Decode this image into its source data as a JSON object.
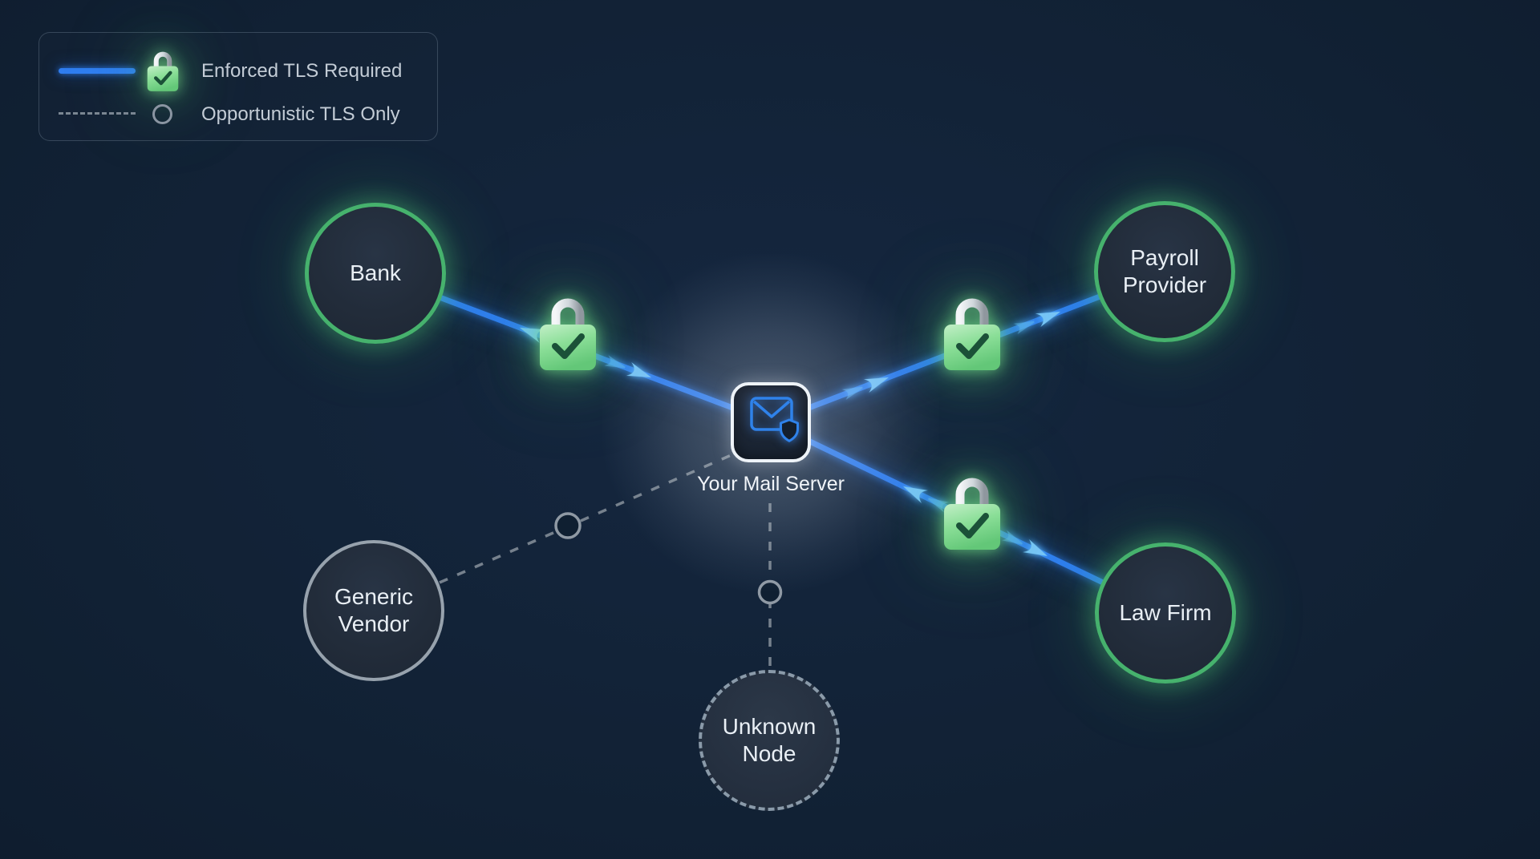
{
  "legend": {
    "enforced_label": "Enforced TLS Required",
    "opportunistic_label": "Opportunistic TLS Only"
  },
  "server": {
    "label": "Your Mail Server"
  },
  "nodes": {
    "bank": {
      "label": "Bank",
      "security": "enforced"
    },
    "payroll": {
      "label": "Payroll Provider",
      "security": "enforced"
    },
    "law_firm": {
      "label": "Law Firm",
      "security": "enforced"
    },
    "generic_vendor": {
      "label": "Generic Vendor",
      "security": "opportunistic"
    },
    "unknown": {
      "label": "Unknown Node",
      "security": "opportunistic"
    }
  },
  "edges": [
    {
      "from": "bank",
      "to": "mail_server",
      "type": "enforced_tls",
      "style": "solid-blue-glow",
      "badge": "lock-check"
    },
    {
      "from": "payroll",
      "to": "mail_server",
      "type": "enforced_tls",
      "style": "solid-blue-glow",
      "badge": "lock-check"
    },
    {
      "from": "law_firm",
      "to": "mail_server",
      "type": "enforced_tls",
      "style": "solid-blue-glow",
      "badge": "lock-check"
    },
    {
      "from": "generic_vendor",
      "to": "mail_server",
      "type": "opportunistic_tls",
      "style": "dashed-gray",
      "badge": "open-circle"
    },
    {
      "from": "unknown",
      "to": "mail_server",
      "type": "opportunistic_tls",
      "style": "dashed-gray",
      "badge": "open-circle"
    }
  ],
  "icons": {
    "secure_badge": "lock-check-icon",
    "insecure_badge": "open-circle-icon",
    "server": "mail-shield-icon"
  },
  "colors": {
    "background": "#0f1f31",
    "enforced_line": "#2f7df0",
    "arrow_streak": "#79c6fb",
    "lock_green": "#8ade97",
    "node_ring_secure": "#46b26d",
    "node_ring_insecure": "#97a2ad",
    "node_fill": "#222c3a",
    "server_border": "#eef3f8",
    "mail_icon_blue": "#2f82ea",
    "dashed_line": "#76818d",
    "text_primary": "#e9eff5",
    "text_legend": "#c3ccd6"
  }
}
